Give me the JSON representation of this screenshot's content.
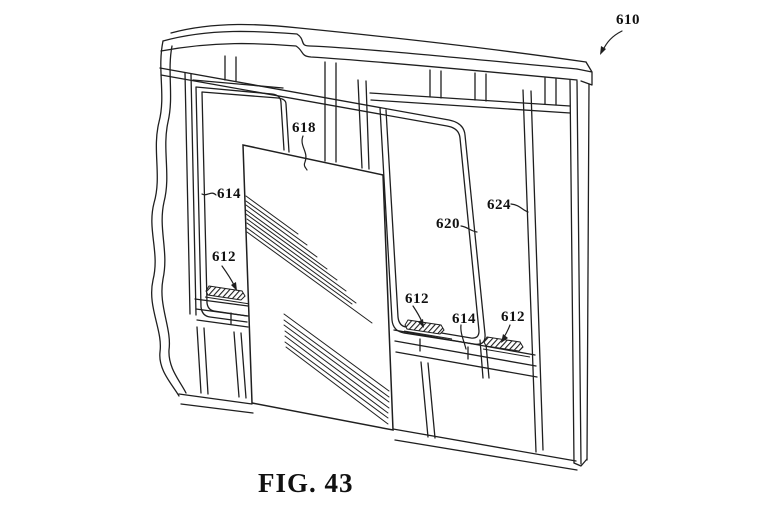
{
  "figure": {
    "caption": "FIG. 43",
    "labels": {
      "ref_610": "610",
      "ref_618": "618",
      "ref_614_left": "614",
      "ref_612_left": "612",
      "ref_620": "620",
      "ref_624": "624",
      "ref_612_mid": "612",
      "ref_614_mid": "614",
      "ref_612_right": "612"
    },
    "colors": {
      "line": "#1f1f1f",
      "background": "#ffffff",
      "text": "#111111"
    }
  }
}
